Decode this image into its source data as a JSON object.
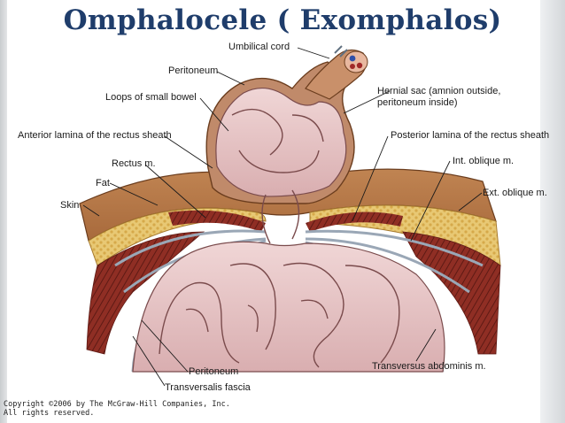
{
  "title": "Omphalocele ( Exomphalos)",
  "labels": {
    "umbilical_cord": "Umbilical cord",
    "peritoneum_top": "Peritoneum",
    "loops_small_bowel": "Loops of small bowel",
    "hernial_sac_1": "Hernial sac (amnion outside,",
    "hernial_sac_2": "peritoneum inside)",
    "anterior_lamina": "Anterior lamina of the rectus sheath",
    "posterior_lamina": "Posterior lamina of the rectus sheath",
    "rectus": "Rectus m.",
    "int_oblique": "Int. oblique m.",
    "fat": "Fat",
    "ext_oblique": "Ext. oblique m.",
    "skin": "Skin",
    "peritoneum_bottom": "Peritoneum",
    "transversalis": "Transversalis fascia",
    "transversus": "Transversus abdominis m."
  },
  "copyright_line1": "Copyright ©2006 by The McGraw-Hill Companies, Inc.",
  "copyright_line2": "All rights reserved."
}
